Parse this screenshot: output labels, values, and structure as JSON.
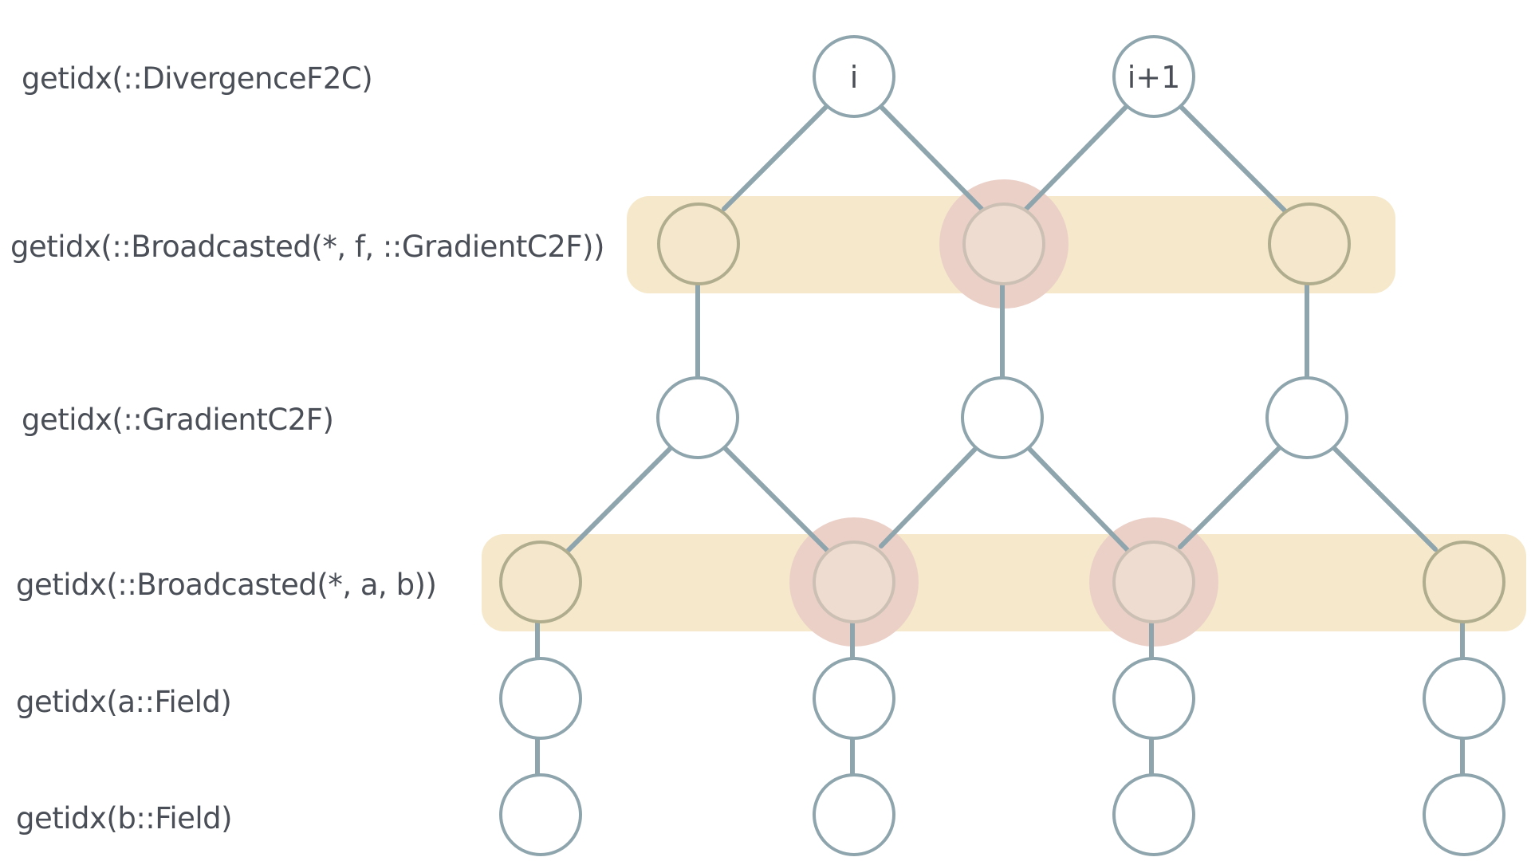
{
  "colors": {
    "edge": "#8fa5ad",
    "node_stroke": "#8fa5ad",
    "node_fill": "#ffffff",
    "band": "#f6e8cb",
    "band_node_fill": "#f5e7cb",
    "band_node_stroke": "#b0ad8e",
    "highlight": "#ebd0c8",
    "highlight_node_fill": "#efdcd0",
    "highlight_node_stroke": "#ccc0b4",
    "label_text": "#4a4f57"
  },
  "row_labels": {
    "divergence": "getidx(::DivergenceF2C)",
    "broadcast_gradient": "getidx(::Broadcasted(*, f, ::GradientC2F))",
    "gradient": "getidx(::GradientC2F)",
    "broadcast_ab": "getidx(::Broadcasted(*, a, b))",
    "field_a": "getidx(a::Field)",
    "field_b": "getidx(b::Field)"
  },
  "top_nodes": {
    "left": "i",
    "right": "i+1"
  }
}
